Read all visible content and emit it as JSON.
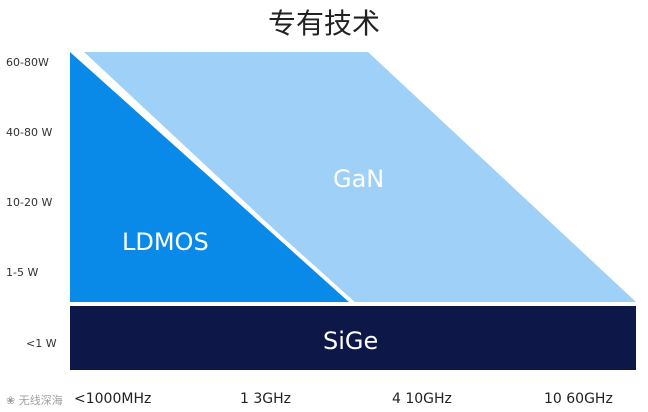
{
  "title": "专有技术",
  "y_axis_labels": [
    "60-80W",
    "40-80 W",
    "10-20 W",
    "1-5 W",
    "<1 W"
  ],
  "x_axis_labels": [
    "<1000MHz",
    "1 3GHz",
    "4 10GHz",
    "10 60GHz"
  ],
  "regions": {
    "ldmos": {
      "label": "LDMOS",
      "color": "#0a8ae8"
    },
    "gan": {
      "label": "GaN",
      "color": "#9fd0f8"
    },
    "sige": {
      "label": "SiGe",
      "color": "#0e1848"
    }
  },
  "watermark": "❀ 无线深海"
}
